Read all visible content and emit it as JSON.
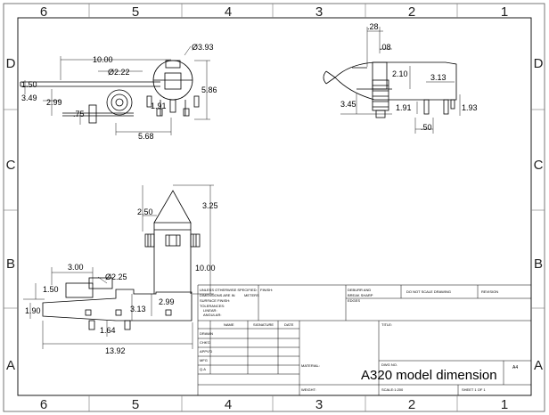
{
  "zones": {
    "columns": [
      "6",
      "5",
      "4",
      "3",
      "2",
      "1"
    ],
    "rows": [
      "D",
      "C",
      "B",
      "A"
    ]
  },
  "views": {
    "top": {
      "dims": {
        "len_10": "10.00",
        "dia_393": "Ø3.93",
        "dia_222": "Ø2.22",
        "d_150": "1.50",
        "d_349": "3.49",
        "d_299": "2.99",
        "d_075": ".75",
        "d_191": "1.91",
        "d_586": "5.86",
        "d_568": "5.68"
      }
    },
    "side": {
      "dims": {
        "d_28": ".28",
        "d_08": ".08",
        "d_210": "2.10",
        "d_313": "3.13",
        "d_345": "3.45",
        "d_191": "1.91",
        "d_193": "1.93",
        "d_50": ".50"
      }
    },
    "front": {
      "dims": {
        "d_250": "2.50",
        "d_325": "3.25",
        "d_1000": "10.00",
        "d_300": "3.00",
        "dia_225": "Ø2.25",
        "d_150": "1.50",
        "d_190": "1.90",
        "d_313": "3.13",
        "d_299": "2.99",
        "d_164": "1.64",
        "d_1392": "13.92"
      }
    }
  },
  "title_block": {
    "unless_1": "UNLESS OTHERWISE SPECIFIED:",
    "unless_2": "DIMENSIONS ARE IN",
    "unless_units": "METERS",
    "unless_3": "SURFACE FINISH:",
    "unless_4": "TOLERANCES:",
    "unless_5": "LINEAR:",
    "unless_6": "ANGULAR:",
    "finish": "FINISH:",
    "deburr_1": "DEBURR AND",
    "deburr_2": "BREAK SHARP",
    "deburr_3": "EDGES",
    "no_scale": "DO NOT SCALE DRAWING",
    "revision": "REVISION",
    "col_name": "NAME",
    "col_signature": "SIGNATURE",
    "col_date": "DATE",
    "title_label": "TITLE:",
    "rows": [
      "DRAWN",
      "CHK'D",
      "APPV'D",
      "MFG",
      "Q.A"
    ],
    "material": "MATERIAL:",
    "dwg_no": "DWG NO.",
    "drawing_title": "A320 model dimension",
    "size": "A4",
    "weight": "WEIGHT:",
    "scale": "SCALE:1:200",
    "sheet": "SHEET 1 OF 1"
  }
}
